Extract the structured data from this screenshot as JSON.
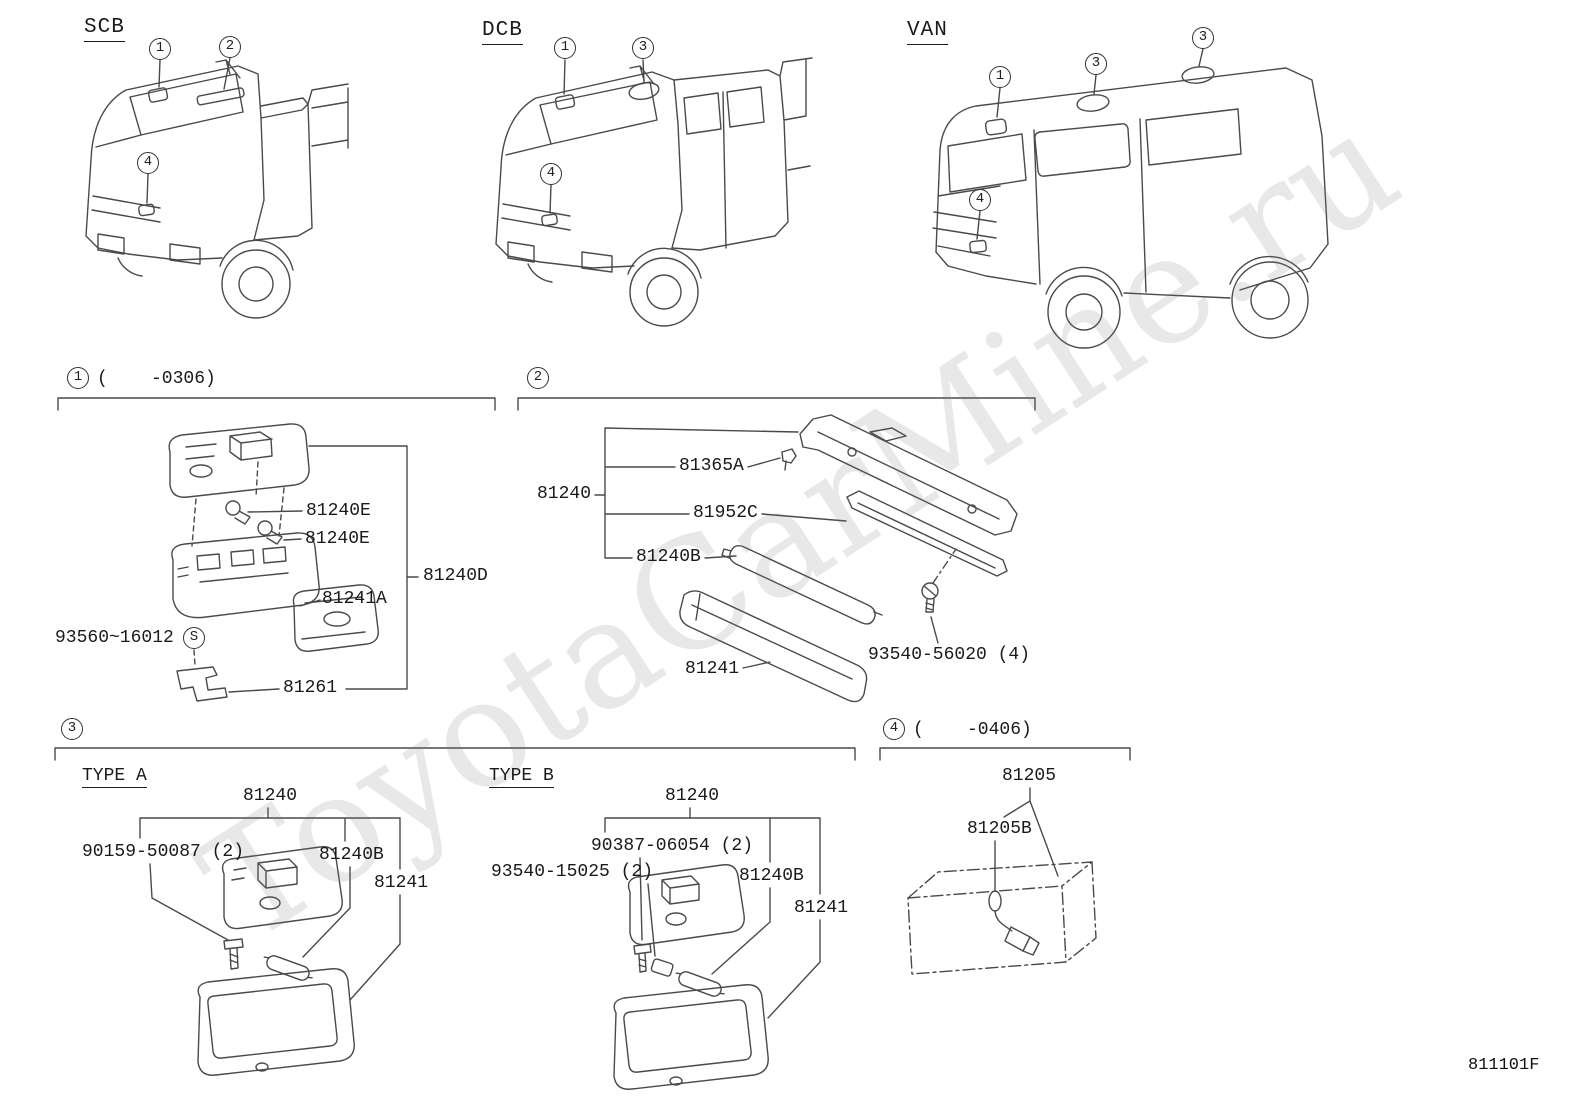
{
  "doc": {
    "code": "811101F"
  },
  "watermark": "ToyotaCarMine.ru",
  "vehicles": {
    "scb": {
      "title": "SCB",
      "callouts": [
        "1",
        "2",
        "4"
      ]
    },
    "dcb": {
      "title": "DCB",
      "callouts": [
        "1",
        "3",
        "4"
      ]
    },
    "van": {
      "title": "VAN",
      "callouts": [
        "1",
        "3",
        "3",
        "4"
      ]
    }
  },
  "sections": {
    "s1": {
      "num": "1",
      "range": "(    -0306)",
      "parts": {
        "bulb1": "81240E",
        "bulb2": "81240E",
        "housing": "81240D",
        "lens": "81241A",
        "screw": "93560~16012",
        "screw_mark": "S",
        "bracket": "81261"
      }
    },
    "s2": {
      "num": "2",
      "parts": {
        "assy": "81240",
        "clip": "81365A",
        "gasket": "81952C",
        "bulb": "81240B",
        "lens": "81241",
        "screws": "93540-56020 (4)"
      }
    },
    "s3": {
      "num": "3",
      "type_a": {
        "title": "TYPE A",
        "assy": "81240",
        "screw": "90159-50087 (2)",
        "bulb": "81240B",
        "lens": "81241"
      },
      "type_b": {
        "title": "TYPE B",
        "assy": "81240",
        "screw": "90387-06054 (2)",
        "cap": "93540-15025 (2)",
        "bulb": "81240B",
        "lens": "81241"
      }
    },
    "s4": {
      "num": "4",
      "range": "(    -0406)",
      "assy": "81205",
      "bulb": "81205B"
    }
  }
}
